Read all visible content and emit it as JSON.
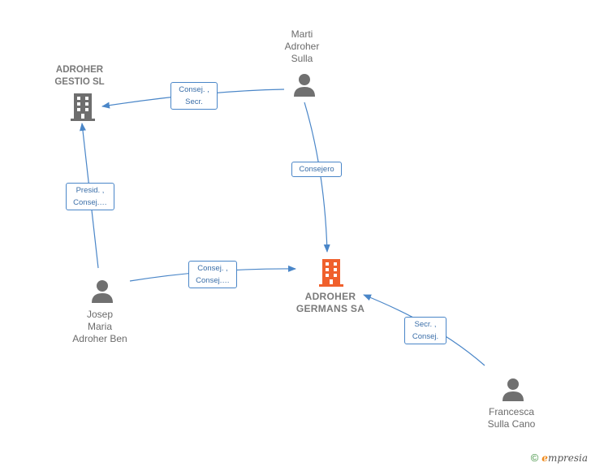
{
  "nodes": {
    "adroher_gestio": {
      "label": "ADROHER\nGESTIO SL"
    },
    "marti": {
      "label": "Marti\nAdroher\nSulla"
    },
    "josep": {
      "label": "Josep\nMaria\nAdroher Ben"
    },
    "adroher_germans": {
      "label": "ADROHER\nGERMANS SA"
    },
    "francesca": {
      "label": "Francesca\nSulla Cano"
    }
  },
  "edges": {
    "marti_gestio": "Consej. ,\nSecr.",
    "marti_germans": "Consejero",
    "josep_gestio": "Presid. ,\nConsej.…",
    "josep_germans": "Consej. ,\nConsej.…",
    "francesca_germans": "Secr. ,\nConsej."
  },
  "colors": {
    "edge": "#4a86c8",
    "person": "#707070",
    "company": "#6e6e6e",
    "main_company": "#f0602c"
  },
  "footer": {
    "copyright": "©",
    "brand_first": "e",
    "brand_rest": "mpresia"
  }
}
